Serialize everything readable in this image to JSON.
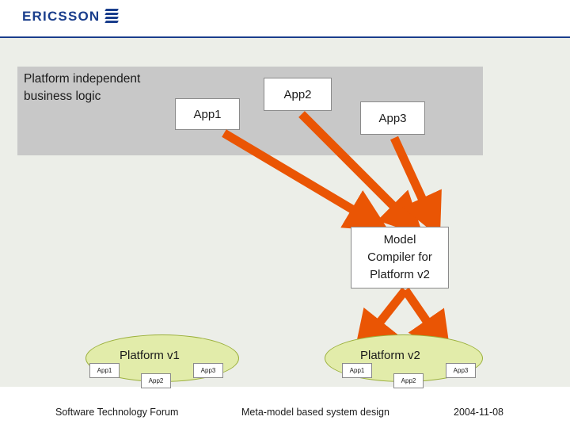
{
  "header": {
    "brand": "ERICSSON",
    "logo_icon": "ericsson-bars-icon"
  },
  "panel": {
    "title": "Platform independent\nbusiness logic",
    "title_line1": "Platform independent",
    "title_line2": "business logic"
  },
  "apps": [
    {
      "id": "app1",
      "label": "App1"
    },
    {
      "id": "app2",
      "label": "App2"
    },
    {
      "id": "app3",
      "label": "App3"
    }
  ],
  "compiler": {
    "line1": "Model",
    "line2": "Compiler for",
    "line3": "Platform v2"
  },
  "platforms": [
    {
      "id": "platform-v1",
      "label": "Platform v1",
      "chips": [
        "App1",
        "App2",
        "App3"
      ]
    },
    {
      "id": "platform-v2",
      "label": "Platform v2",
      "chips": [
        "App1",
        "App2",
        "App3"
      ]
    }
  ],
  "footer": {
    "left": "Software Technology Forum",
    "center": "Meta-model based system design",
    "right": "2004-11-08"
  },
  "colors": {
    "brand_blue": "#1a3e8c",
    "arrow_orange": "#ea5504",
    "panel_grey": "#c8c8c8",
    "background": "#eceee8",
    "platform_green": "#e2ecaa"
  }
}
